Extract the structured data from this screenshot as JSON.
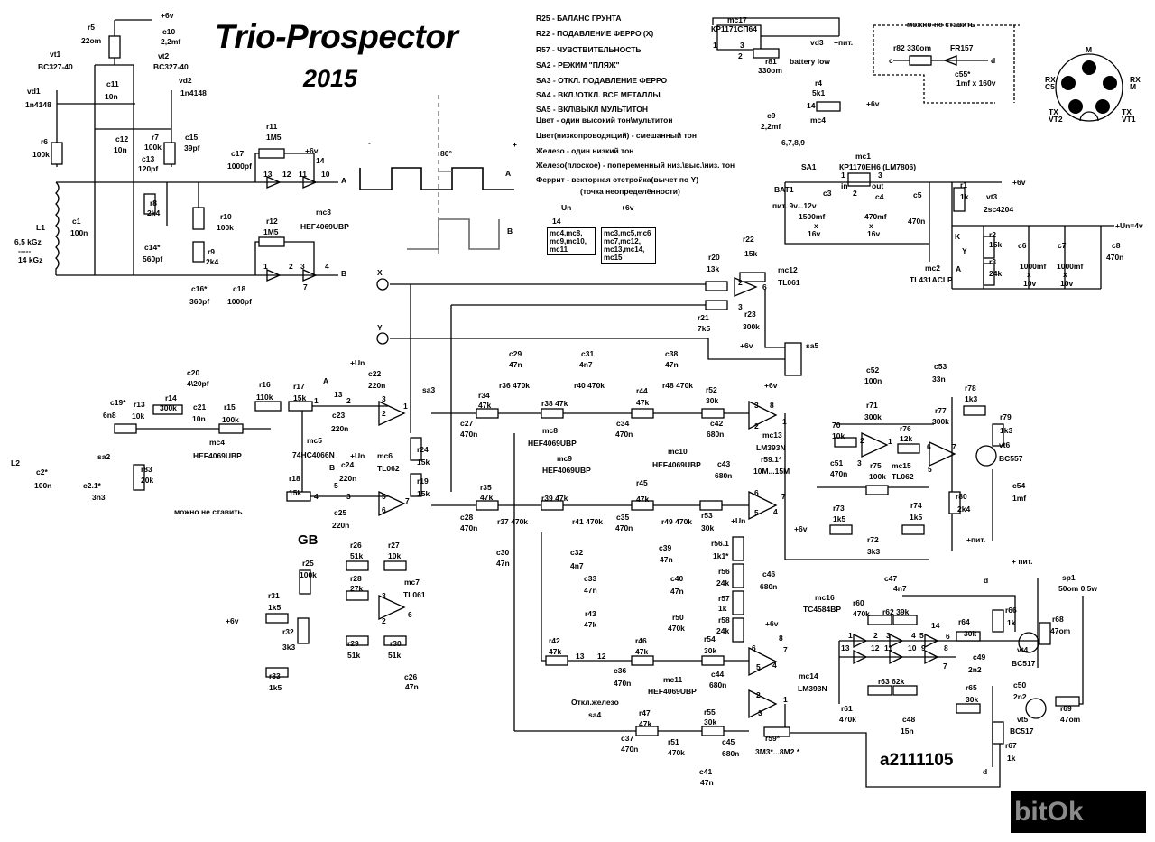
{
  "title": "Trio-Prospector",
  "year": "2015",
  "legend_controls": [
    "R25 - БАЛАНС ГРУНТА",
    "R22 - ПОДАВЛЕНИЕ ФЕРРО (X)",
    "R57 - ЧУВСТВИТЕЛЬНОСТЬ",
    "SA2 - РЕЖИМ \"ПЛЯЖ\"",
    "SA3 - ОТКЛ. ПОДАВЛЕНИЕ ФЕРРО",
    "SA4 - ВКЛ.\\ОТКЛ. ВСЕ МЕТАЛЛЫ",
    "SA5 - ВКЛ\\ВЫКЛ МУЛЬТИТОН"
  ],
  "legend_tones": [
    "Цвет - один высокий тон\\мультитон",
    "Цвет(низкопроводящий) - смешанный тон",
    "Железо - один низкий тон",
    "Железо(плоское) - попеременный низ.\\выс.\\низ. тон",
    "Феррит - векторная отстройка(вычет по Y)",
    "(точка неопределённости)"
  ],
  "power_boxes": [
    {
      "rail": "+Un",
      "pin": "14",
      "chips": "mc4,mc8,\nmc9,mc10,\nmc11"
    },
    {
      "rail": "+6v",
      "pin": "",
      "chips": "mc3,mc5,mc6\nmc7,mc12,\nmc13,mc14,\nmc15"
    }
  ],
  "waveform": {
    "phase": "80°",
    "signal_a": "A",
    "signal_b": "B",
    "minus": "-",
    "plus": "+"
  },
  "connector_pins": [
    "M",
    "RX\nC5",
    "RX\nM",
    "TX\nVT2",
    "TX\nVT1"
  ],
  "gb_label": "GB",
  "code": "a2111105",
  "logo": "bitOk",
  "labels": [
    "+6v",
    "r5",
    "22om",
    "c10",
    "2,2mf",
    "vt1",
    "BC327-40",
    "vt2",
    "BC327-40",
    "vd1",
    "vd2",
    "1n4148",
    "1n4148",
    "c11",
    "10n",
    "c12",
    "10n",
    "r6",
    "100k",
    "r7",
    "100k",
    "c13",
    "120pf",
    "c15",
    "39pf",
    "c17",
    "1000pf",
    "r11",
    "1M5",
    "+6v",
    "14",
    "13",
    "12",
    "11",
    "10",
    "A",
    "r8",
    "2k4",
    "r10",
    "100k",
    "mc3",
    "HEF4069UBP",
    "r12",
    "1M5",
    "L1",
    "6,5 kGz",
    "-----",
    "14 kGz",
    "c1",
    "100n",
    "c14*",
    "560pf",
    "r9",
    "2k4",
    "1",
    "2",
    "3",
    "4",
    "7",
    "B",
    "c16*",
    "360pf",
    "c18",
    "1000pf",
    "mc17",
    "КР1171СП64",
    "1",
    "3",
    "2",
    "r81",
    "330om",
    "vd3",
    "battery low",
    "+пит.",
    "можно не ставить",
    "r82 330om",
    "FR157",
    "c",
    "d",
    "c55*",
    "1mf x 160v",
    "r4",
    "5k1",
    "+6v",
    "14",
    "mc4",
    "c9",
    "2,2mf",
    "6,7,8,9",
    "mc1",
    "КР1170ЕН6 (LM7806)",
    "SA1",
    "BAT1",
    "пит. 9v...12v",
    "1",
    "3",
    "in",
    "out",
    "2",
    "c3",
    "1500mf",
    "x",
    "16v",
    "c4",
    "470mf",
    "x",
    "16v",
    "c5",
    "470n",
    "r1",
    "1k",
    "vt3",
    "2sc4204",
    "+6v",
    "+Un=4v",
    "K",
    "Y",
    "A",
    "r2",
    "15k",
    "r3",
    "24k",
    "c6",
    "1000mf",
    "x",
    "10v",
    "c7",
    "1000mf",
    "x",
    "10v",
    "c8",
    "470n",
    "mc2",
    "TL431ACLP",
    "X",
    "Y",
    "r20",
    "13k",
    "r22",
    "15k",
    "mc12",
    "TL061",
    "2",
    "6",
    "3",
    "r21",
    "7k5",
    "r23",
    "300k",
    "+6v",
    "sa5",
    "c20",
    "4\\20pf",
    "r14",
    "300k",
    "r13",
    "10k",
    "c19*",
    "6n8",
    "c21",
    "10n",
    "r15",
    "100k",
    "mc4",
    "HEF4069UBP",
    "r16",
    "110k",
    "r17",
    "15k",
    "A",
    "13",
    "1",
    "2",
    "+Un",
    "c22",
    "220n",
    "c23",
    "220n",
    "3",
    "2",
    "1",
    "sa3",
    "mc5",
    "74HC4066N",
    "+Un",
    "c24",
    "220n",
    "B",
    "5",
    "mc6",
    "TL062",
    "r24",
    "15k",
    "r19",
    "15k",
    "r18",
    "15k",
    "4",
    "3",
    "5",
    "6",
    "7",
    "c25",
    "220n",
    "L2",
    "c2*",
    "100n",
    "sa2",
    "c2.1*",
    "3n3",
    "r83",
    "20k",
    "можно не ставить",
    "r26",
    "51k",
    "r27",
    "10k",
    "r25",
    "100k",
    "r28",
    "27k",
    "3",
    "mc7",
    "TL061",
    "2",
    "6",
    "r31",
    "1k5",
    "+6v",
    "r32",
    "3k3",
    "r29",
    "51k",
    "r30",
    "51k",
    "c26",
    "47n",
    "r33",
    "1k5",
    "c29",
    "47n",
    "r36 470k",
    "r34",
    "47k",
    "c27",
    "470n",
    "r38 47k",
    "mc8",
    "HEF4069UBP",
    "c31",
    "4n7",
    "r40 470k",
    "c34",
    "470n",
    "r44",
    "47k",
    "c38",
    "47n",
    "r48 470k",
    "r52",
    "30k",
    "c42",
    "680n",
    "mc10",
    "HEF4069UBP",
    "+6v",
    "3",
    "8",
    "2",
    "1",
    "mc13",
    "LM393N",
    "r59.1*",
    "10M...15M",
    "c43",
    "680n",
    "mc9",
    "HEF4069UBP",
    "6",
    "7",
    "5",
    "4",
    "r35",
    "47k",
    "c28",
    "470n",
    "r37 470k",
    "c30",
    "47n",
    "r39 47k",
    "r41 470k",
    "c32",
    "4n7",
    "c35",
    "470n",
    "r45",
    "47k",
    "r49 470k",
    "c39",
    "47n",
    "r53",
    "30k",
    "+Un",
    "r56.1",
    "1k1*",
    "r56",
    "24k",
    "r57",
    "1k",
    "r58",
    "24k",
    "c46",
    "680n",
    "c33",
    "47n",
    "r43",
    "47k",
    "r42",
    "47k",
    "13",
    "12",
    "c36",
    "470n",
    "c40",
    "47n",
    "r50",
    "470k",
    "r46",
    "47k",
    "mc11",
    "HEF4069UBP",
    "r54",
    "30k",
    "c44",
    "680n",
    "+6v",
    "6",
    "8",
    "7",
    "5",
    "4",
    "mc14",
    "LM393N",
    "2",
    "1",
    "3",
    "Откл.железо",
    "sa4",
    "r47",
    "47k",
    "r51",
    "470k",
    "c37",
    "470n",
    "r55",
    "30k",
    "c45",
    "680n",
    "r59*",
    "3M3*...8M2 *",
    "c41",
    "47n",
    "c52",
    "100n",
    "r71",
    "300k",
    "70",
    "10k",
    "2",
    "1",
    "r76",
    "12k",
    "c53",
    "33n",
    "r78",
    "1k3",
    "r77",
    "300k",
    "r79",
    "1k3",
    "6",
    "7",
    "vt6",
    "BC557",
    "c51",
    "470n",
    "3",
    "r75",
    "100k",
    "mc15",
    "TL062",
    "5",
    "c54",
    "1mf",
    "r80",
    "2k4",
    "+пит.",
    "r73",
    "1k5",
    "r74",
    "1k5",
    "+6v",
    "r72",
    "3k3",
    "+ пит.",
    "sp1",
    "50om 0,5w",
    "d",
    "mc16",
    "TC4584BP",
    "c47",
    "4n7",
    "r60",
    "470k",
    "r62 39k",
    "r66",
    "1k",
    "r68",
    "47om",
    "r64",
    "30k",
    "1",
    "2",
    "3",
    "4",
    "5",
    "14",
    "6",
    "13",
    "12",
    "11",
    "10",
    "9",
    "8",
    "7",
    "vt4",
    "BC517",
    "c49",
    "2n2",
    "r63 62k",
    "c50",
    "2n2",
    "r65",
    "30k",
    "r61",
    "470k",
    "c48",
    "15n",
    "r69",
    "47om",
    "vt5",
    "BC517",
    "r67",
    "1k",
    "d"
  ]
}
